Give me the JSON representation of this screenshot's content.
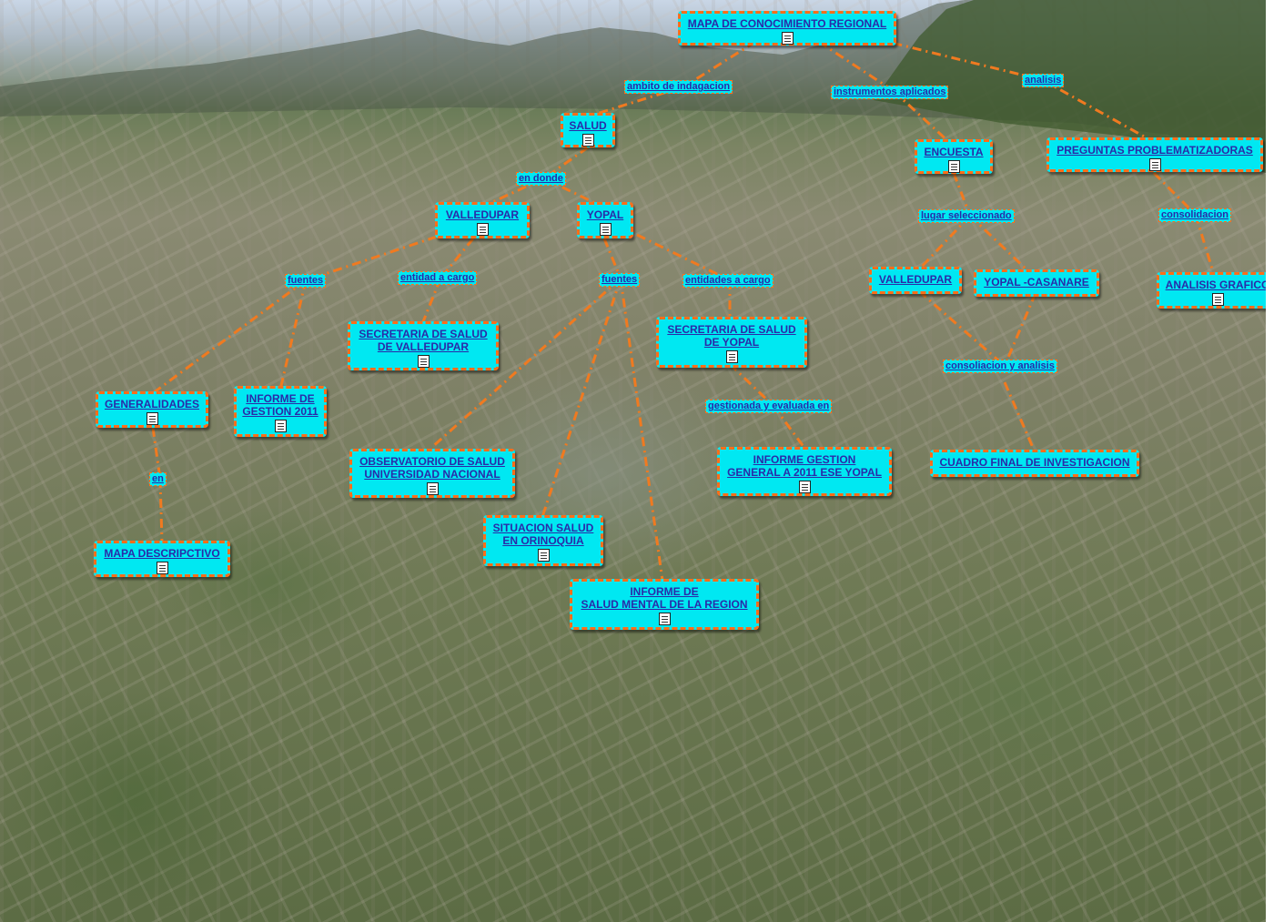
{
  "concept_map": {
    "root": "MAPA DE CONOCIMIENTO REGIONAL",
    "nodes": {
      "salud": "SALUD",
      "encuesta": "ENCUESTA",
      "preguntas": "PREGUNTAS PROBLEMATIZADORAS",
      "valledupar_salud": "VALLEDUPAR",
      "yopal_salud": "YOPAL",
      "valledupar_lugar": "VALLEDUPAR",
      "yopal_casanare": "YOPAL -CASANARE",
      "analisis_grafico": "ANALISIS GRAFICO",
      "secretaria_valledupar": "SECRETARIA DE SALUD\nDE VALLEDUPAR",
      "secretaria_yopal": "SECRETARIA DE SALUD\nDE YOPAL",
      "generalidades": "GENERALIDADES",
      "informe_gestion_2011": "INFORME DE\nGESTION 2011",
      "observatorio": "OBSERVATORIO DE SALUD\nUNIVERSIDAD NACIONAL",
      "informe_gestion_general": "INFORME GESTION\nGENERAL A 2011 ESE YOPAL",
      "cuadro_final": "CUADRO FINAL DE INVESTIGACION",
      "mapa_descriptivo": "MAPA DESCRIPCTIVO",
      "situacion_salud": "SITUACION SALUD\nEN ORINOQUIA",
      "informe_salud_mental": "INFORME DE\nSALUD MENTAL  DE LA REGION"
    },
    "link_labels": {
      "ambito": "ambito de indagacion",
      "instrumentos": "instrumentos aplicados",
      "analisis": "analisis",
      "en_donde": "en donde",
      "lugar": "lugar seleccionado",
      "consolidacion": "consolidacion",
      "fuentes_valledupar": "fuentes",
      "entidad_cargo": "entidad a cargo",
      "fuentes_yopal": "fuentes",
      "entidades_cargo": "entidades a cargo",
      "consoliacion": "consoliacion y analisis",
      "gestionada": "gestionada y evaluada en",
      "en": "en"
    }
  },
  "colors": {
    "node_fill": "#00e8f2",
    "node_border": "#ff6e1a",
    "node_text": "#2a2aa8",
    "link": "#f07a20"
  },
  "icons": {
    "node_icon": "document-icon"
  }
}
